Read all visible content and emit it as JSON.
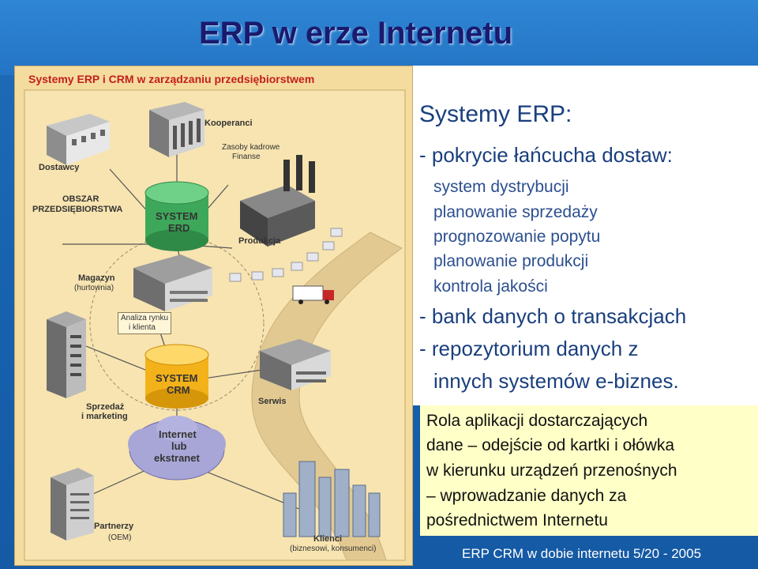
{
  "title": "ERP w erze Internetu",
  "figure": {
    "heading": "Systemy ERP i CRM w zarządzaniu przedsiębiorstwem",
    "labels": {
      "kooperanci": "Kooperanci",
      "zasoby": "Zasoby kadrowe",
      "finanse": "Finanse",
      "dostawcy": "Dostawcy",
      "obszar1": "OBSZAR",
      "obszar2": "PRZEDSIĘBIORSTWA",
      "system_erd1": "SYSTEM",
      "system_erd2": "ERD",
      "produkcja": "Produkcja",
      "magazyn1": "Magazyn",
      "magazyn2": "(hurtownia)",
      "analiza1": "Analiza rynku",
      "analiza2": "i klienta",
      "system_crm1": "SYSTEM",
      "system_crm2": "CRM",
      "sprzedaz1": "Sprzedaż",
      "sprzedaz2": "i marketing",
      "serwis": "Serwis",
      "internet1": "Internet",
      "internet2": "lub",
      "internet3": "ekstranet",
      "partnerzy1": "Partnerzy",
      "partnerzy2": "(OEM)",
      "klienci1": "Klienci",
      "klienci2": "(biznesowi, konsumenci)"
    }
  },
  "text": {
    "heading": "Systemy ERP:",
    "line1": "- pokrycie łańcucha dostaw:",
    "items": [
      "system dystrybucji",
      "planowanie sprzedaży",
      "prognozowanie popytu",
      "planowanie produkcji",
      "kontrola jakości"
    ],
    "line2": "- bank danych o transakcjach",
    "line3": "- repozytorium danych z",
    "line4": "innych systemów e-biznes."
  },
  "rola": {
    "lines": [
      "Rola aplikacji dostarczających",
      "dane – odejście od kartki i ołówka",
      "w kierunku urządzeń przenośnych",
      "– wprowadzanie danych za",
      "pośrednictwem Internetu"
    ]
  },
  "footer": "ERP CRM w dobie internetu  5/20 - 2005",
  "colors": {
    "background": "#1f6cb8",
    "title": "#1a1a6e",
    "figure_bg": "#f4dc9e",
    "text": "#1a3f7e",
    "note_bg": "#ffffc8"
  }
}
